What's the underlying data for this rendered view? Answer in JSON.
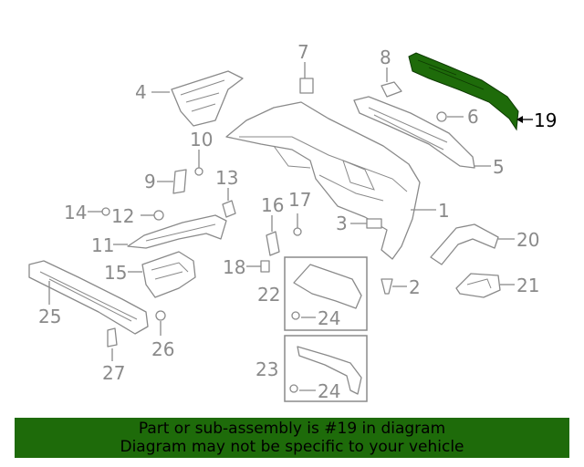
{
  "diagram": {
    "highlight_color": "#1e6b0a",
    "callouts": [
      "1",
      "2",
      "3",
      "4",
      "5",
      "6",
      "7",
      "8",
      "9",
      "10",
      "11",
      "12",
      "13",
      "14",
      "15",
      "16",
      "17",
      "18",
      "19",
      "20",
      "21",
      "22",
      "23",
      "24",
      "25",
      "26",
      "27"
    ],
    "highlighted": "19",
    "box_22_label": "22",
    "box_22_fastener": "24",
    "box_23_label": "23",
    "box_23_fastener": "24"
  },
  "banner": {
    "line1": "Part or sub-assembly is #19 in diagram",
    "line2": "Diagram may not be specific to your vehicle",
    "background": "#1e6b0a"
  }
}
